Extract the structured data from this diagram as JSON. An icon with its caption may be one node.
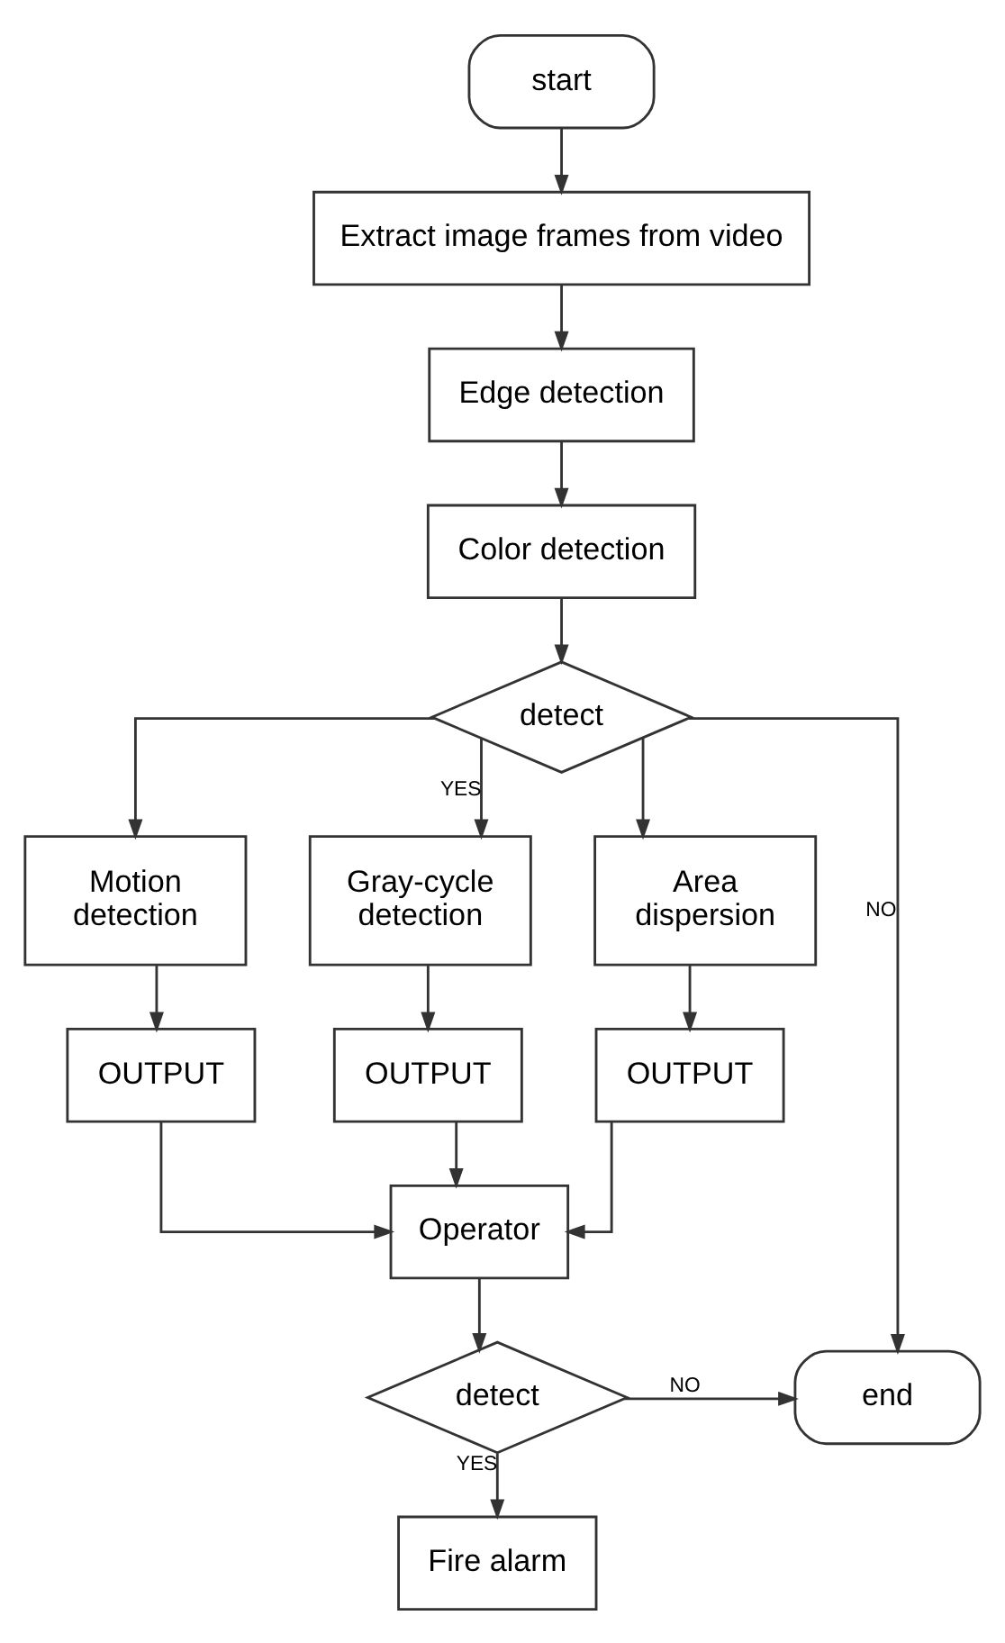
{
  "diagram": {
    "nodes": [
      {
        "text": [
          "start"
        ]
      },
      {
        "text": [
          "Extract image frames from video"
        ]
      },
      {
        "text": [
          "Edge detection"
        ]
      },
      {
        "text": [
          "Color detection"
        ]
      },
      {
        "text": [
          "detect"
        ]
      },
      {
        "text": [
          "Motion detection"
        ]
      },
      {
        "text": [
          "Gray-cycle detection"
        ]
      },
      {
        "text": [
          "Area dispersion"
        ]
      },
      {
        "text": [
          "OUTPUT"
        ]
      },
      {
        "text": [
          "OUTPUT"
        ]
      },
      {
        "text": [
          "OUTPUT"
        ]
      },
      {
        "text": [
          "Operator"
        ]
      },
      {
        "text": [
          "detect"
        ]
      },
      {
        "text": [
          "end"
        ]
      },
      {
        "text": [
          "Fire alarm"
        ]
      }
    ],
    "edges": [
      {
        "from": 0,
        "to": 1,
        "arrow": "to"
      },
      {
        "from": 1,
        "to": 2,
        "arrow": "to"
      },
      {
        "from": 2,
        "to": 3,
        "arrow": "to"
      },
      {
        "from": 3,
        "to": 4,
        "arrow": "to"
      },
      {
        "from": 4,
        "to": 5,
        "arrow": "to"
      },
      {
        "from": 4,
        "to": 6,
        "arrow": "to",
        "label": "YES"
      },
      {
        "from": 4,
        "to": 7,
        "arrow": "to"
      },
      {
        "from": 4,
        "to": 13,
        "arrow": "to",
        "label": "NO"
      },
      {
        "from": 5,
        "to": 8,
        "arrow": "to"
      },
      {
        "from": 6,
        "to": 9,
        "arrow": "to"
      },
      {
        "from": 7,
        "to": 10,
        "arrow": "to"
      },
      {
        "from": 8,
        "to": 11,
        "arrow": "to"
      },
      {
        "from": 9,
        "to": 11,
        "arrow": "to"
      },
      {
        "from": 10,
        "to": 11,
        "arrow": "to"
      },
      {
        "from": 11,
        "to": 12,
        "arrow": "to"
      },
      {
        "from": 12,
        "to": 13,
        "arrow": "to",
        "label": "NO"
      },
      {
        "from": 12,
        "to": 14,
        "arrow": "to",
        "label": "YES"
      }
    ]
  }
}
